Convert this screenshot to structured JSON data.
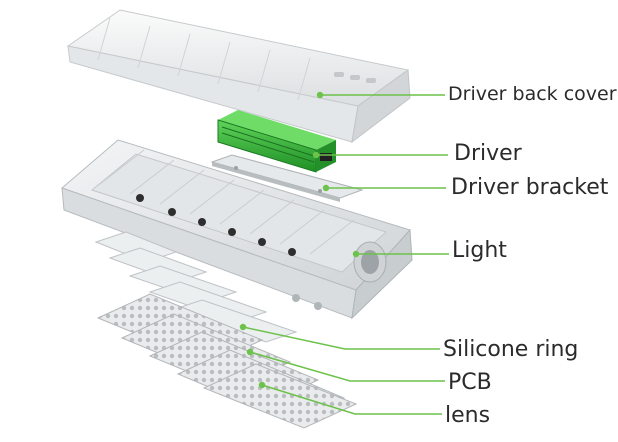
{
  "labels": {
    "driver_back_cover": "Driver back cover",
    "driver": "Driver",
    "driver_bracket": "Driver bracket",
    "light": "Light",
    "silicone_ring": "Silicone ring",
    "pcb": "PCB",
    "lens": "lens"
  },
  "colors": {
    "leader_line": "#6cc24a",
    "driver_green": "#3fb43c",
    "metal_light": "#eef0f1",
    "metal_mid": "#d4d8db",
    "metal_dark": "#a9aeb2",
    "label_text": "#2b2b2b"
  }
}
